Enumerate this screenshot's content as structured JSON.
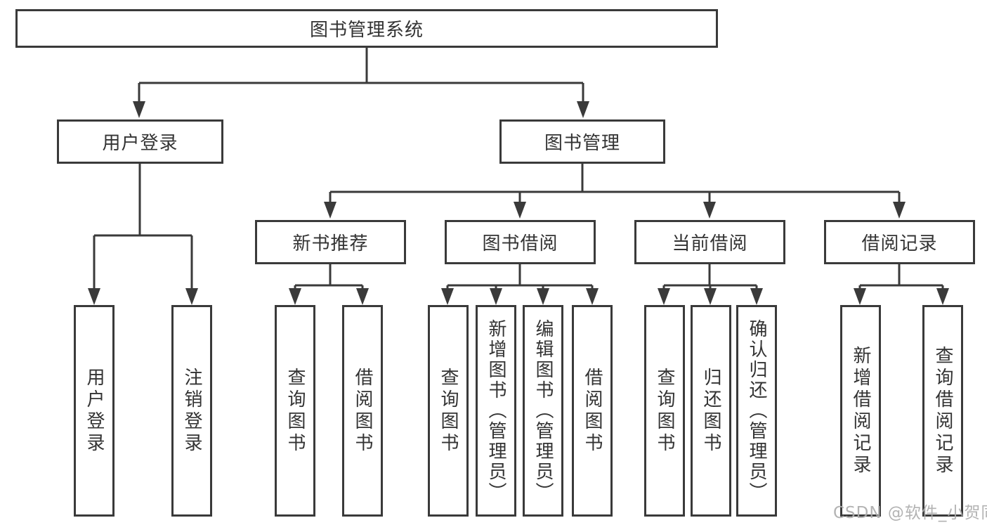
{
  "diagram": {
    "root": "图书管理系统",
    "level2": {
      "user_login": "用户登录",
      "book_management": "图书管理"
    },
    "level3": {
      "new_book_recommend": "新书推荐",
      "book_borrow": "图书借阅",
      "current_borrow": "当前借阅",
      "borrow_records": "借阅记录"
    },
    "leaves": {
      "user_login": "用户登录",
      "logout_login": "注销登录",
      "nb_search_books": "查询图书",
      "nb_borrow_books": "借阅图书",
      "bb_search_books": "查询图书",
      "bb_add_books": "新增图书（管理员）",
      "bb_edit_books": "编辑图书（管理员）",
      "bb_borrow_books": "借阅图书",
      "cb_search_books": "查询图书",
      "cb_return_books": "归还图书",
      "cb_confirm_return": "确认归还（管理员）",
      "rec_add_record": "新增借阅记录",
      "rec_search_record": "查询借阅记录"
    }
  },
  "watermark": "CSDN @软件_小贺同学",
  "colors": {
    "line": "#3a3a3a",
    "text": "#333333",
    "watermark": "#acacac",
    "background": "#ffffff"
  }
}
